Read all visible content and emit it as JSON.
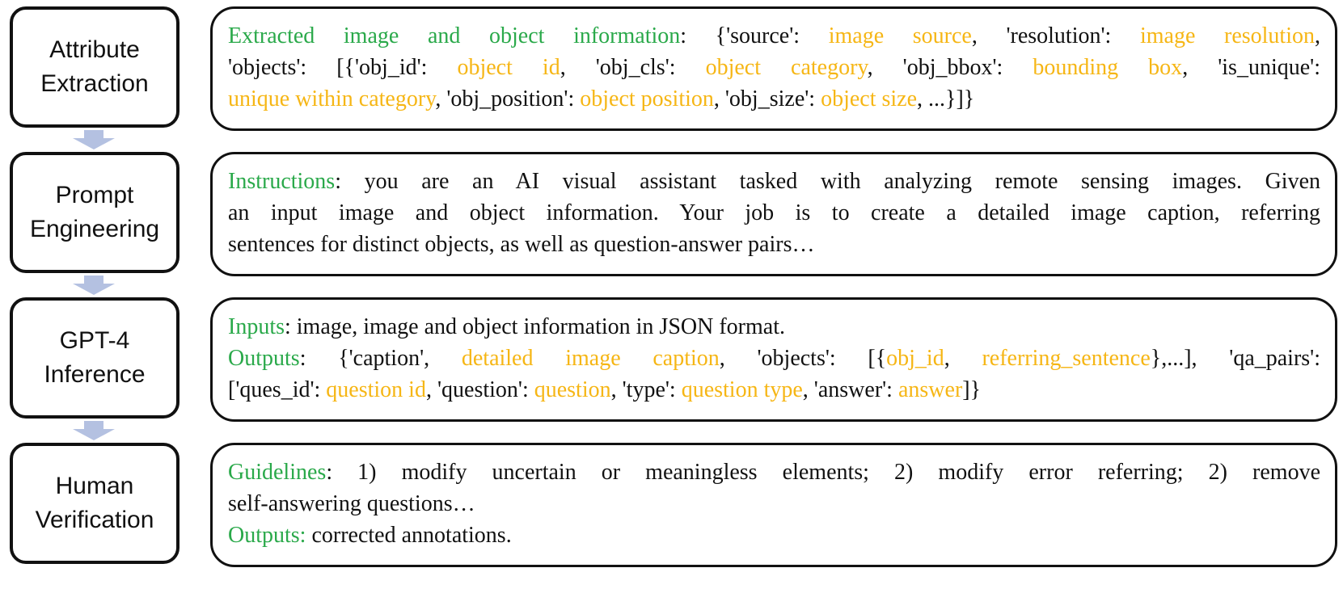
{
  "colors": {
    "key": "#2aa94a",
    "value": "#f6b615",
    "text": "#111111",
    "arrow": "#b4c1e1"
  },
  "stages": [
    {
      "line1": "Attribute",
      "line2": "Extraction"
    },
    {
      "line1": "Prompt",
      "line2": "Engineering"
    },
    {
      "line1": "GPT-4",
      "line2": "Inference"
    },
    {
      "line1": "Human",
      "line2": "Verification"
    }
  ],
  "extraction": {
    "label": "Extracted image and object information",
    "t0": ": {'source': ",
    "v_source": "image source",
    "t1": ", 'resolution': ",
    "v_resolution": "image resolution",
    "t2": ",",
    "t3": "'objects': [{'obj_id': ",
    "v_obj_id": "object id",
    "t4": ", 'obj_cls': ",
    "v_obj_cls": "object category",
    "t5": ", 'obj_bbox': ",
    "v_obj_bbox": "bounding box",
    "t6": ", 'is_unique':",
    "v_unique": "unique within category",
    "t7": ", 'obj_position': ",
    "v_position": "object position",
    "t8": ", 'obj_size': ",
    "v_size": "object size",
    "t9": ", ...}]}"
  },
  "prompt": {
    "label": "Instructions",
    "line1": ": you are an AI visual assistant tasked with analyzing remote sensing images. Given",
    "line2": "an input image and object information. Your job is to create a detailed image caption, referring",
    "line3": "sentences for distinct objects, as well as question-answer pairs…"
  },
  "inference": {
    "inputs_label": "Inputs",
    "inputs_text": ": image, image and object information in JSON format.",
    "outputs_label": "Outputs",
    "t0": ": {'caption', ",
    "v_caption": "detailed image caption",
    "t1": ", 'objects': [{",
    "v_obj_id": "obj_id",
    "t2": ", ",
    "v_ref": "referring_sentence",
    "t3": "},...], 'qa_pairs':",
    "t4": "['ques_id': ",
    "v_qid": "question id",
    "t5": ", 'question': ",
    "v_question": "question",
    "t6": ", 'type': ",
    "v_type": "question type",
    "t7": ", 'answer': ",
    "v_answer": "answer",
    "t8": "]}"
  },
  "verification": {
    "guidelines_label": "Guidelines",
    "line1": ": 1) modify uncertain or meaningless elements; 2) modify error referring; 2) remove",
    "line2": "self-answering questions…",
    "outputs_label": "Outputs:",
    "outputs_text": " corrected annotations."
  }
}
